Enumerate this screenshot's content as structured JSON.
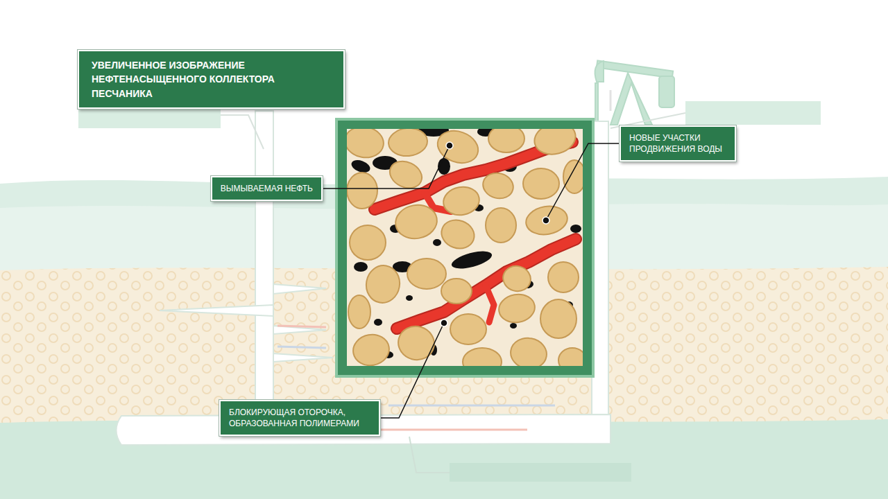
{
  "diagram": {
    "title": "УВЕЛИЧЕННОЕ ИЗОБРАЖЕНИЕ НЕФТЕНАСЫЩЕННОГО КОЛЛЕКТОРА ПЕСЧАНИКА",
    "nodes": [
      {
        "text": [
          "НОВЫЕ УЧАСТКИ ПРОДВИЖЕНИЯ ВОДЫ"
        ]
      },
      {
        "text": [
          "ВЫМЫВАЕМАЯ НЕФТЬ"
        ]
      },
      {
        "text": [
          "БЛОКИРУЮЩАЯ ОТОРОЧКА, ОБРАЗОВАННАЯ ПОЛИМЕРАМИ"
        ]
      }
    ]
  }
}
